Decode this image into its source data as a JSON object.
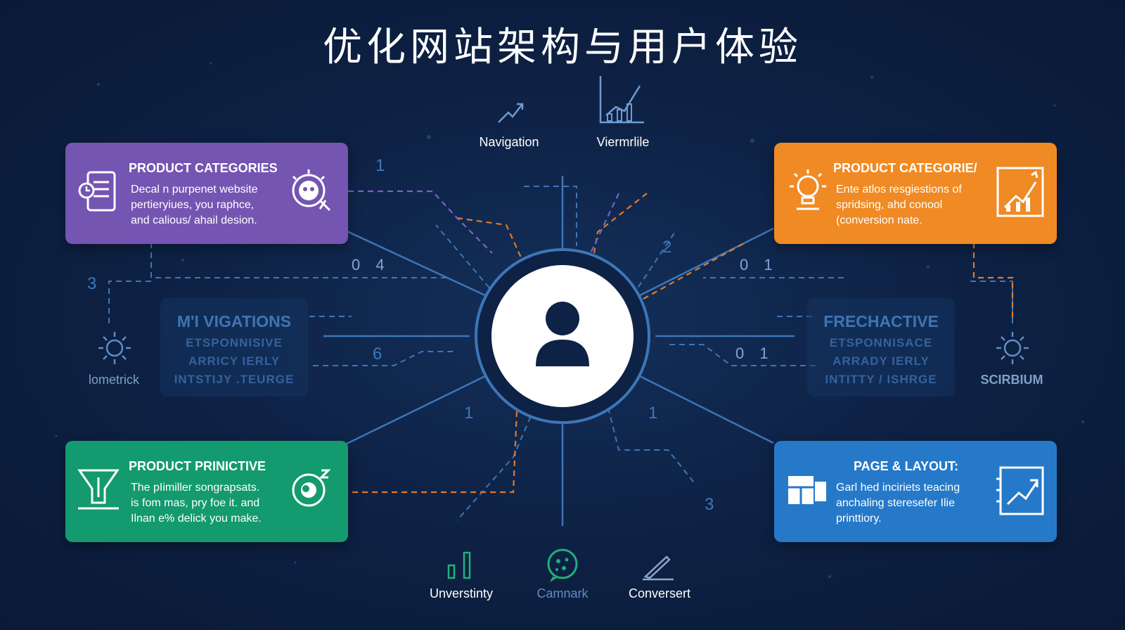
{
  "title": "优化网站架构与用户体验",
  "colors": {
    "background": "#0d2040",
    "purple": "#7455b2",
    "orange": "#f08a24",
    "green": "#139a6e",
    "blue": "#2679c8",
    "line_blue": "#3d76b8",
    "line_orange": "#e07a2e",
    "line_purple": "#7a62c0"
  },
  "top_labels": [
    {
      "text": "Navigation",
      "icon": "trend-arrow-icon"
    },
    {
      "text": "Viermrlile",
      "icon": "bar-chart-icon"
    }
  ],
  "bottom_labels": [
    {
      "text": "Unverstinty",
      "icon": "bar-chart-icon"
    },
    {
      "text": "Camnark",
      "icon": "globe-icon"
    },
    {
      "text": "Conversert",
      "icon": "pen-icon"
    }
  ],
  "side_labels": [
    {
      "text": "lometrick",
      "icon": "sun-icon"
    },
    {
      "text": "SCIRBIUM",
      "icon": "sun-icon"
    }
  ],
  "cards": [
    {
      "title": "PRODUCT CATEGORIES",
      "lines": [
        "Decal n purpenet website",
        "pertieryiues, you raphce,",
        "and calious/ ahail desion."
      ],
      "icon_left": "document-icon",
      "icon_right": "settings-face-icon"
    },
    {
      "title": "PRODUCT CATEGORIE/",
      "lines": [
        "Ente atlos resgiestions of",
        "spridsing, ahd conool",
        "(conversion nate."
      ],
      "icon_left": "lightbulb-icon",
      "icon_right": "chart-icon"
    },
    {
      "title": "PRODUCT PRINICTIVE",
      "lines": [
        "The pIimiller songrapsats.",
        "is fom mas, pry foe it. and",
        "Ilnan e% delick you make."
      ],
      "icon_left": "funnel-icon",
      "icon_right": "eye-icon"
    },
    {
      "title": "PAGE & LAYOUT:",
      "lines": [
        "Garl hed inciriets teacing",
        "anchaling steresefer Ilie",
        "printtiory."
      ],
      "icon_left": "window-icon",
      "icon_right": "growth-chart-icon"
    }
  ],
  "ghost_boxes": [
    {
      "title": "M'I VIGATIONS",
      "lines": [
        "ETSPONNISIVE",
        "ARRICY IERLY",
        "INTSTIJY .TEURGE"
      ]
    },
    {
      "title": "FRECHACTIVE",
      "lines": [
        "ETSPONNISACE",
        "ARRADY IERLY",
        "INTITTY / ISHRGE"
      ]
    }
  ],
  "numbers": {
    "n1": "1",
    "n2": "2",
    "n3": "3",
    "n4": "6",
    "n5": "1",
    "n6": "1",
    "n7": "3",
    "w1": "0 4",
    "w2": "0 1",
    "w3": "0 1"
  },
  "center_icon": "user-icon"
}
